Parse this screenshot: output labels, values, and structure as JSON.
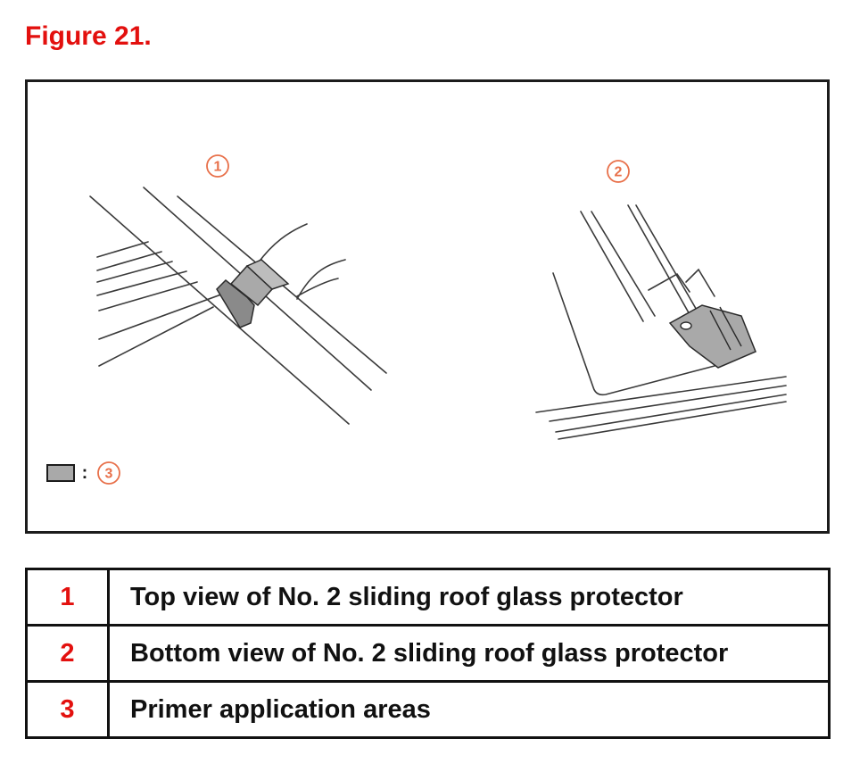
{
  "figure": {
    "title": "Figure 21."
  },
  "illustration": {
    "callouts": {
      "view_1": "1",
      "view_2": "2",
      "legend": "3"
    },
    "legend_separator": ":"
  },
  "colors": {
    "title_red": "#e3100e",
    "callout_orange": "#e8704a",
    "primer_gray": "#a9a9a9"
  },
  "legend": {
    "rows": [
      {
        "num": "1",
        "desc": "Top view of No. 2 sliding roof glass protector"
      },
      {
        "num": "2",
        "desc": "Bottom view of No. 2 sliding roof glass protector"
      },
      {
        "num": "3",
        "desc": "Primer application areas"
      }
    ]
  }
}
